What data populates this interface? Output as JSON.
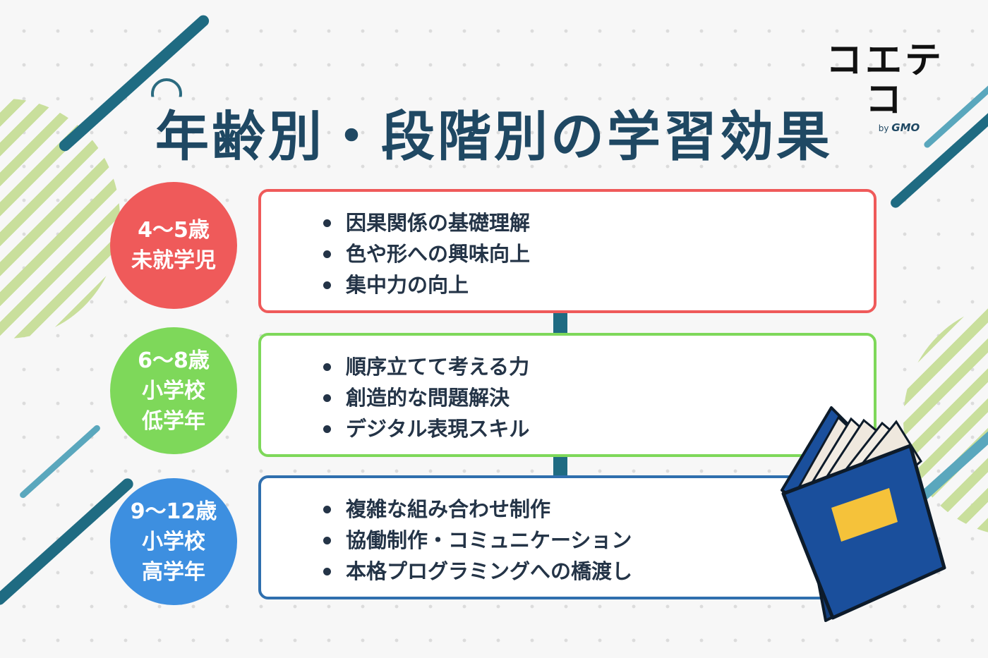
{
  "title": "年齢別・段階別の学習効果",
  "logo": {
    "main": "コエテコ",
    "by": "by",
    "brand": "GMO"
  },
  "stages": [
    {
      "age": "4〜5歳",
      "grade": [
        "未就学児"
      ],
      "color": "#ef5a5a",
      "items": [
        "因果関係の基礎理解",
        "色や形への興味向上",
        "集中力の向上"
      ]
    },
    {
      "age": "6〜8歳",
      "grade": [
        "小学校",
        "低学年"
      ],
      "color": "#7ed85a",
      "items": [
        "順序立てて考える力",
        "創造的な問題解決",
        "デジタル表現スキル"
      ]
    },
    {
      "age": "9〜12歳",
      "grade": [
        "小学校",
        "高学年"
      ],
      "color": "#3d8fe0",
      "items": [
        "複雑な組み合わせ制作",
        "協働制作・コミュニケーション",
        "本格プログラミングへの橋渡し"
      ]
    }
  ],
  "colors": {
    "title": "#1f4863",
    "accent_teal": "#1f6b82",
    "stripe_green": "#c9df9c",
    "book_blue": "#1a4f9c",
    "book_label": "#f5c23a"
  }
}
